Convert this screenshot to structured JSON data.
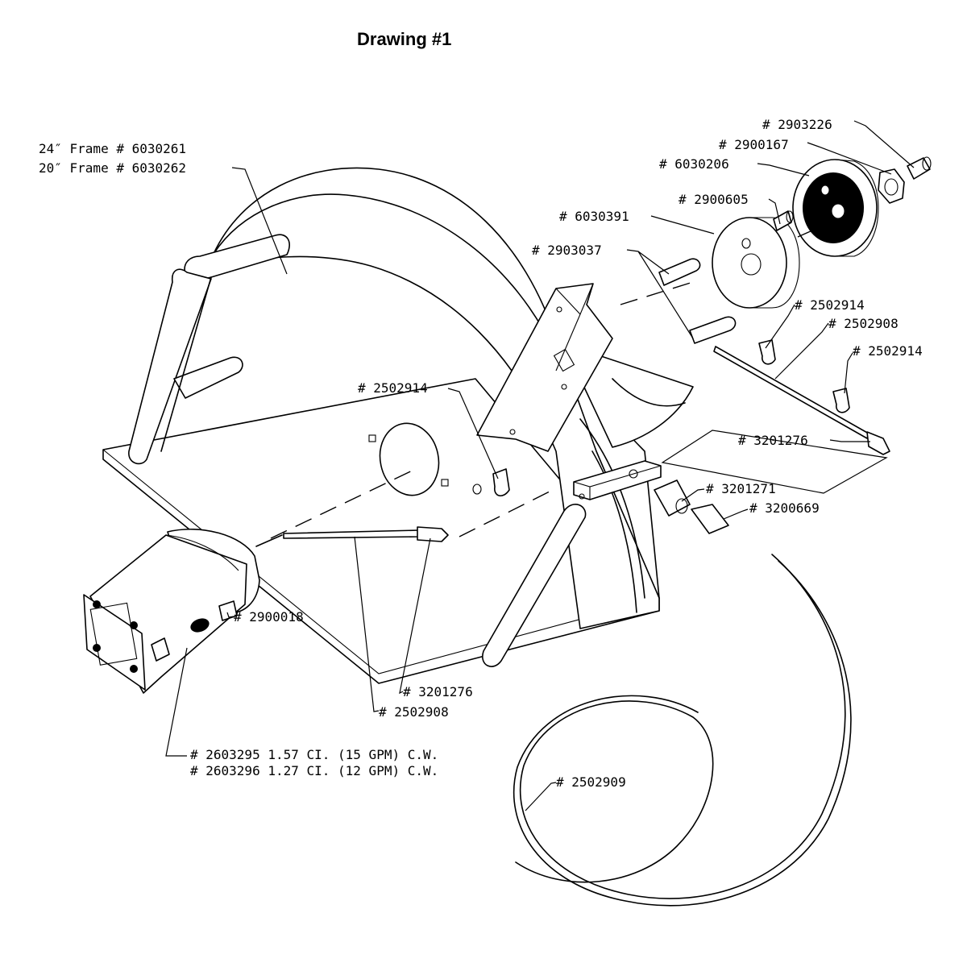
{
  "diagram": {
    "title": "Drawing #1",
    "labels": {
      "frame24": "24″ Frame # 6030261",
      "frame20": "20″ Frame # 6030262",
      "p2903226": "# 2903226",
      "p2900167": "# 2900167",
      "p6030206": "# 6030206",
      "p2900605": "# 2900605",
      "p6030391": "# 6030391",
      "p2903037": "# 2903037",
      "p2502914_a": "# 2502914",
      "p2502908_a": "# 2502908",
      "p2502914_b": "# 2502914",
      "p2502914_c": "# 2502914",
      "p3201276_a": "# 3201276",
      "p3201271": "# 3201271",
      "p3200669": "# 3200669",
      "p2900018": "# 2900018",
      "p3201276_b": "# 3201276",
      "p2502908_b": "# 2502908",
      "pump1": "# 2603295 1.57 CI. (15 GPM) C.W.",
      "pump2": "# 2603296 1.27 CI. (12 GPM) C.W.",
      "p2502909": "# 2502909"
    }
  }
}
